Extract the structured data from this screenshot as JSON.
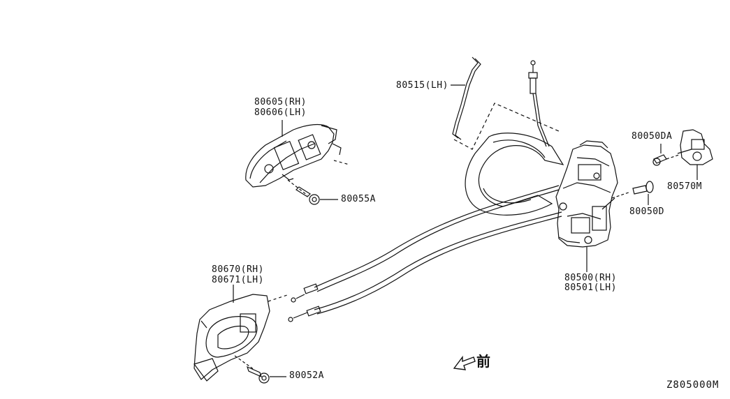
{
  "parts": {
    "p80605": "80605(RH)",
    "p80606": "80606(LH)",
    "p80055A": "80055A",
    "p80515": "80515(LH)",
    "p80050DA": "80050DA",
    "p80570M": "80570M",
    "p80050D": "80050D",
    "p80500": "80500(RH)",
    "p80501": "80501(LH)",
    "p80670": "80670(RH)",
    "p80671": "80671(LH)",
    "p80052A": "80052A"
  },
  "front_arrow": {
    "label": "前"
  },
  "drawing_ref": "Z805000M",
  "colors": {
    "line": "#111111",
    "background": "#ffffff"
  }
}
